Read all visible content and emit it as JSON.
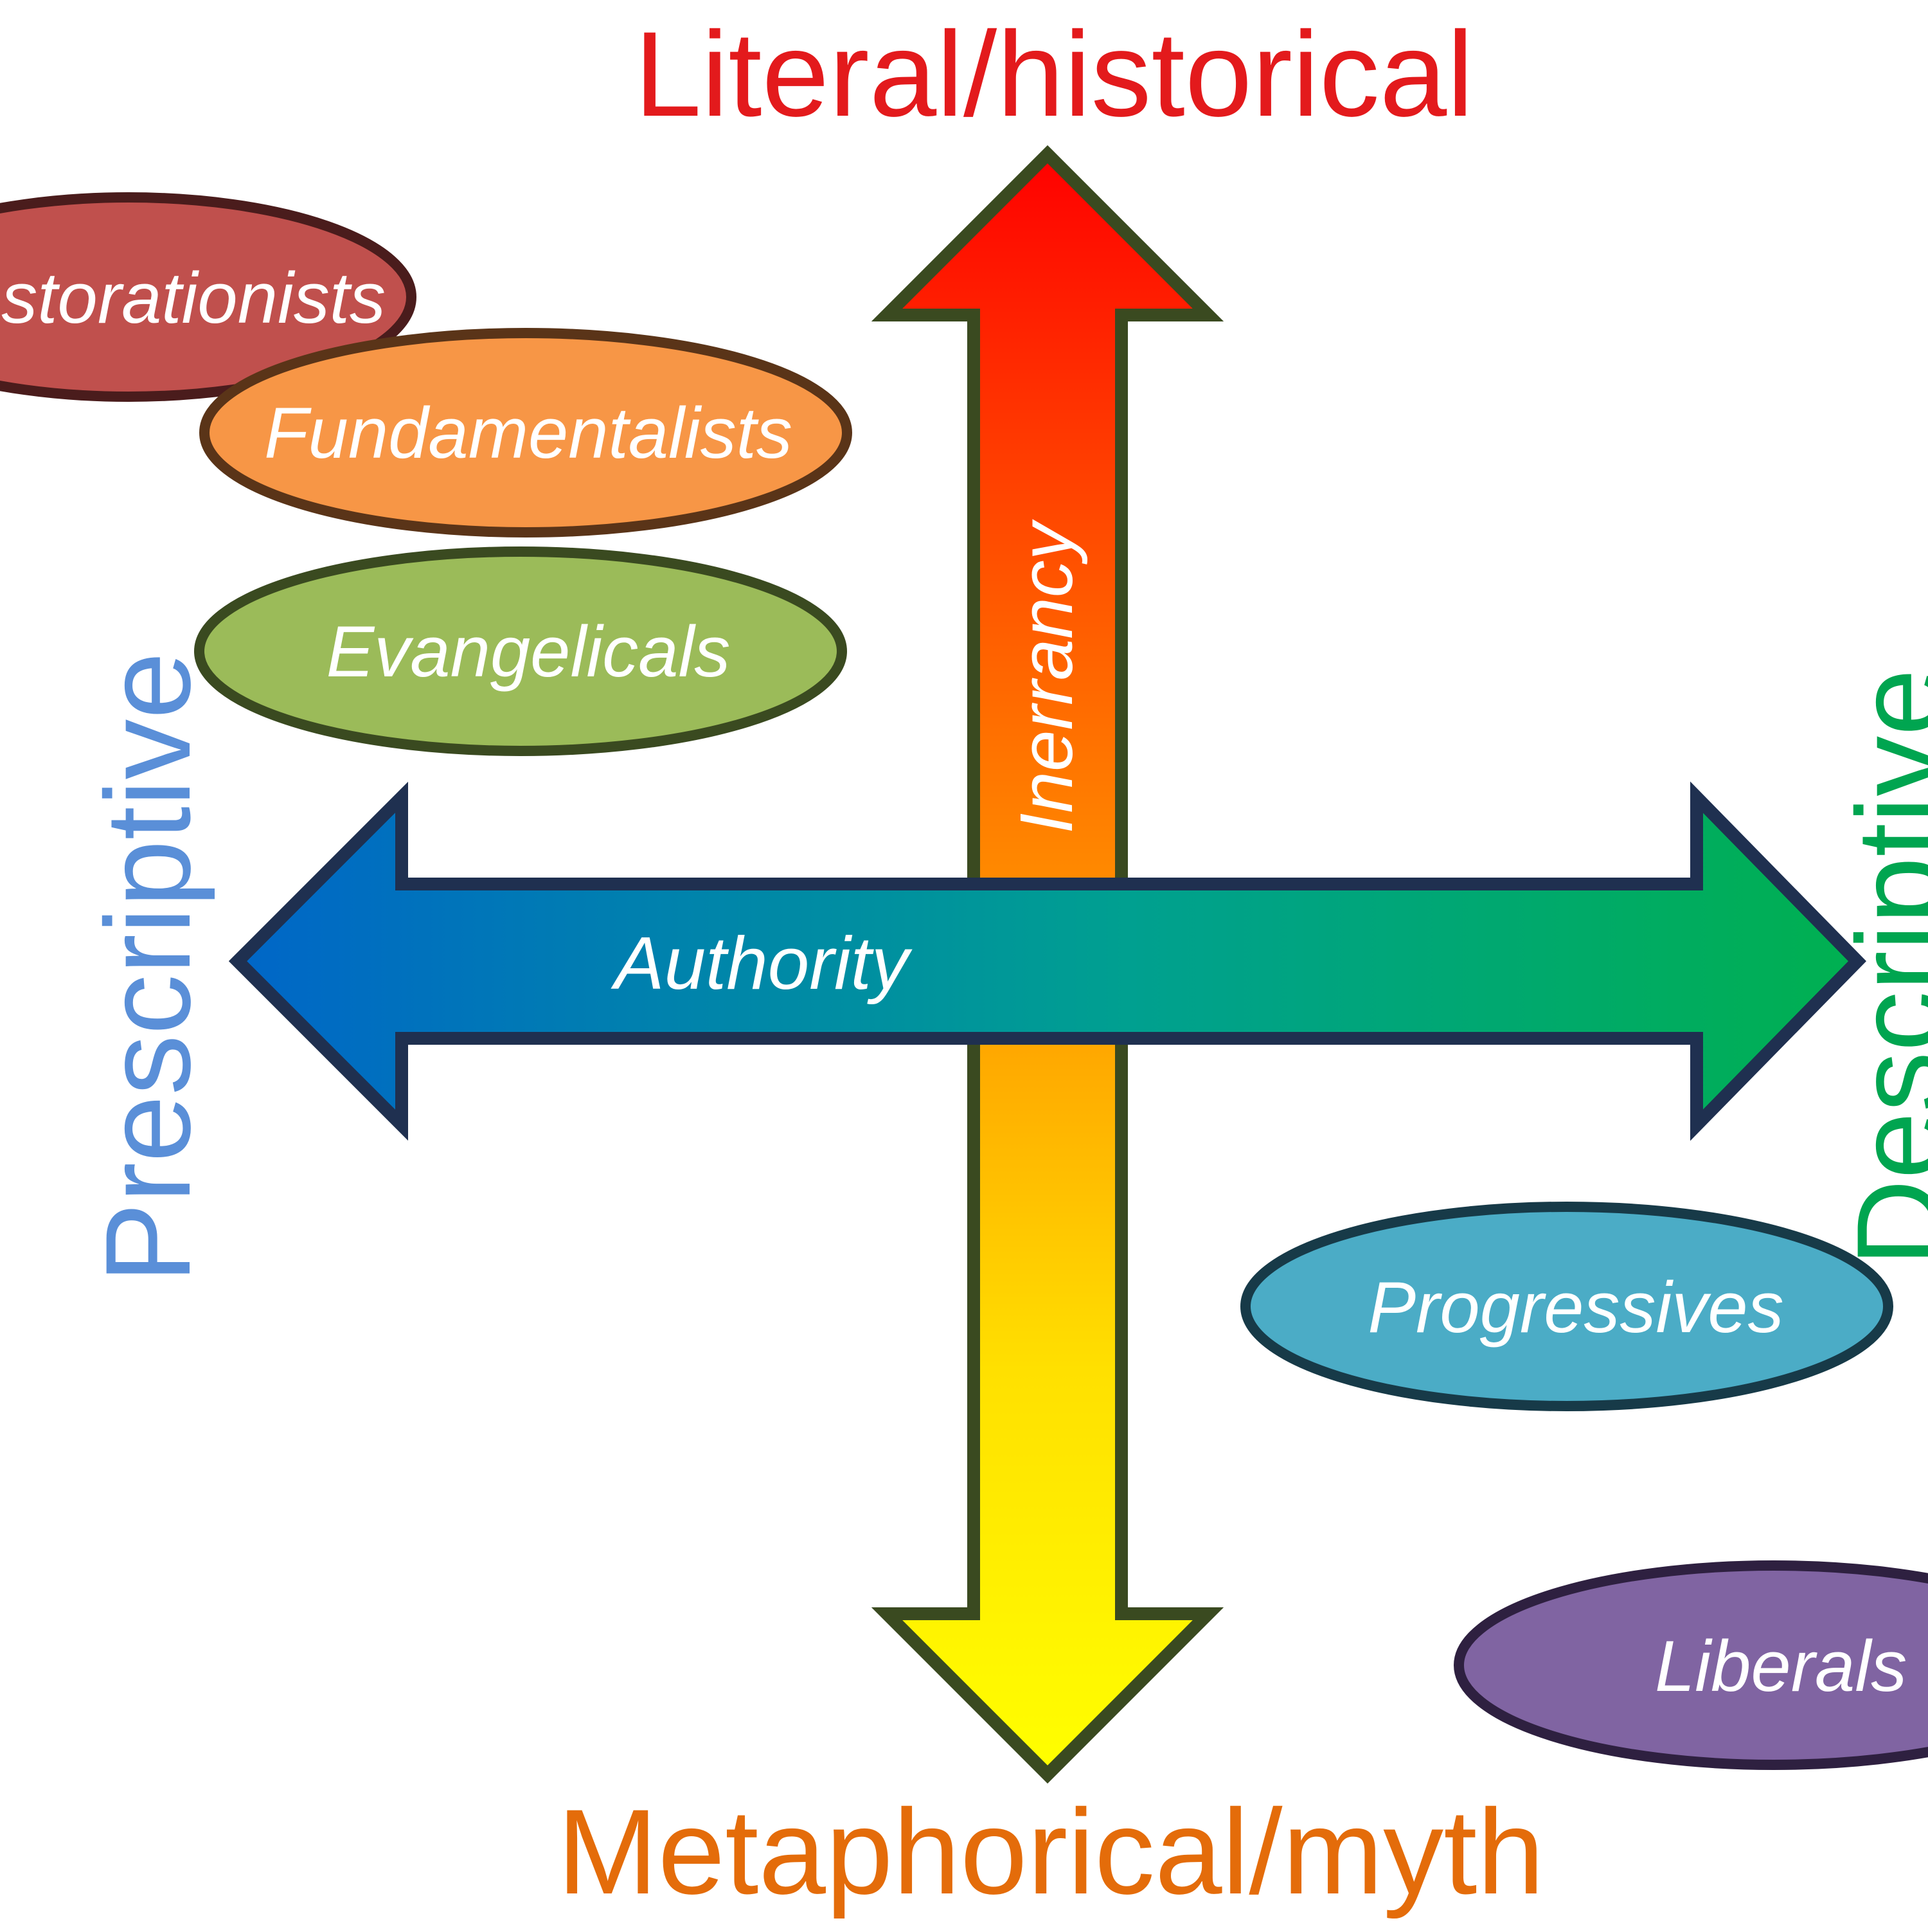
{
  "axes": {
    "top": "Literal/historical",
    "bottom": "Metaphorical/myth",
    "left": "Prescriptive",
    "right": "Descriptive"
  },
  "arrows": {
    "vertical": "Inerrancy",
    "horizontal": "Authority"
  },
  "groups": [
    {
      "label": "Restorationists",
      "color": "#c0504d"
    },
    {
      "label": "Fundamentalists",
      "color": "#f79646"
    },
    {
      "label": "Evangelicals",
      "color": "#9bbb59"
    },
    {
      "label": "Progressives",
      "color": "#4bacc6"
    },
    {
      "label": "Liberals",
      "color": "#8064a2"
    }
  ],
  "colors": {
    "top_label": "#e31a1c",
    "bottom_label": "#e46c0a",
    "left_label": "#5a8fd8",
    "right_label": "#00a550"
  }
}
